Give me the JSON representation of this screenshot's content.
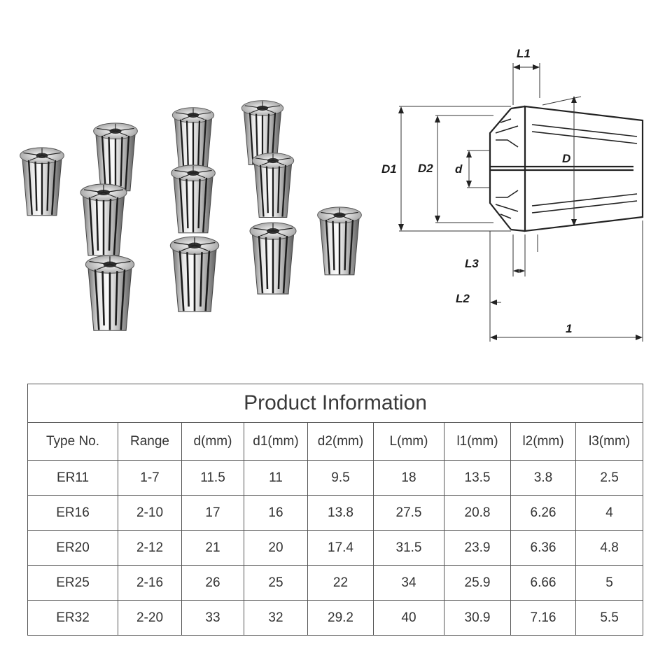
{
  "diagram": {
    "labels": {
      "L1": "L1",
      "D1": "D1",
      "D2": "D2",
      "d": "d",
      "D": "D",
      "L3": "L3",
      "L2": "L2",
      "l": "1"
    }
  },
  "table": {
    "title": "Product Information",
    "headers": [
      "Type No.",
      "Range",
      "d(mm)",
      "d1(mm)",
      "d2(mm)",
      "L(mm)",
      "l1(mm)",
      "l2(mm)",
      "l3(mm)"
    ],
    "rows": [
      [
        "ER11",
        "1-7",
        "11.5",
        "11",
        "9.5",
        "18",
        "13.5",
        "3.8",
        "2.5"
      ],
      [
        "ER16",
        "2-10",
        "17",
        "16",
        "13.8",
        "27.5",
        "20.8",
        "6.26",
        "4"
      ],
      [
        "ER20",
        "2-12",
        "21",
        "20",
        "17.4",
        "31.5",
        "23.9",
        "6.36",
        "4.8"
      ],
      [
        "ER25",
        "2-16",
        "26",
        "25",
        "22",
        "34",
        "25.9",
        "6.66",
        "5"
      ],
      [
        "ER32",
        "2-20",
        "33",
        "32",
        "29.2",
        "40",
        "30.9",
        "7.16",
        "5.5"
      ]
    ]
  }
}
